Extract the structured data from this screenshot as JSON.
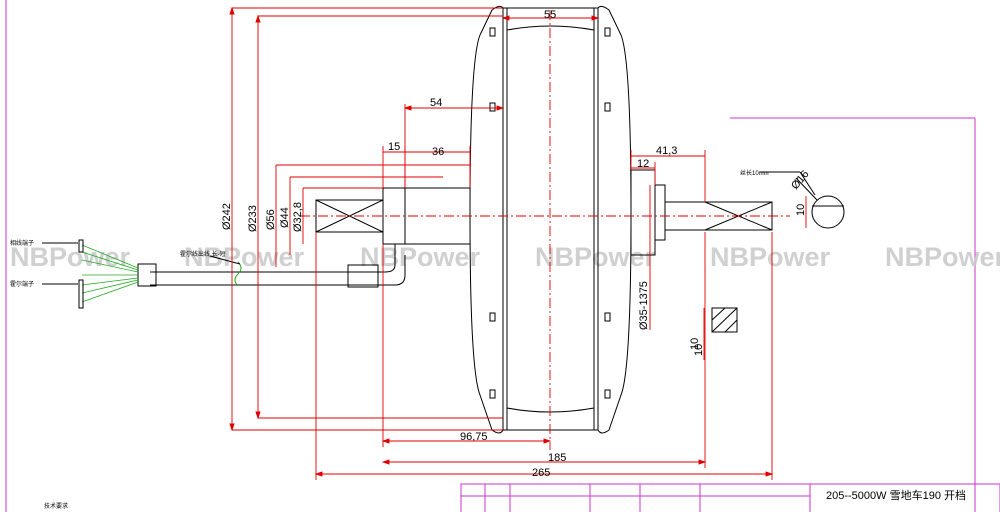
{
  "watermark": "NBPower",
  "dimensions": {
    "d55": "55",
    "d54": "54",
    "d15": "15",
    "d36": "36",
    "d41_3": "41,3",
    "d12": "12",
    "d10_flat": "10",
    "d16": "Ø16",
    "phi242": "Ø242",
    "phi233": "Ø233",
    "phi56": "Ø56",
    "phi44": "Ø44",
    "phi32_8": "Ø32,8",
    "phi35": "Ø35-1375",
    "d96_75": "96,75",
    "d185": "185",
    "d265": "265",
    "d10_key_top": "10",
    "d10_key_bot": "10"
  },
  "labels": {
    "thread_len": "丝长10mm",
    "wire_note": "霍尔线出线 长-短",
    "connector_a": "相线端子",
    "connector_b": "霍尔端子",
    "bottom_note": "技术要求"
  },
  "title_block": {
    "model": "205--5000W 雪地车190 开档"
  },
  "colors": {
    "drawing": "#e00000",
    "frame": "#cc33cc",
    "line": "#000000",
    "wire": "#22aa22"
  }
}
